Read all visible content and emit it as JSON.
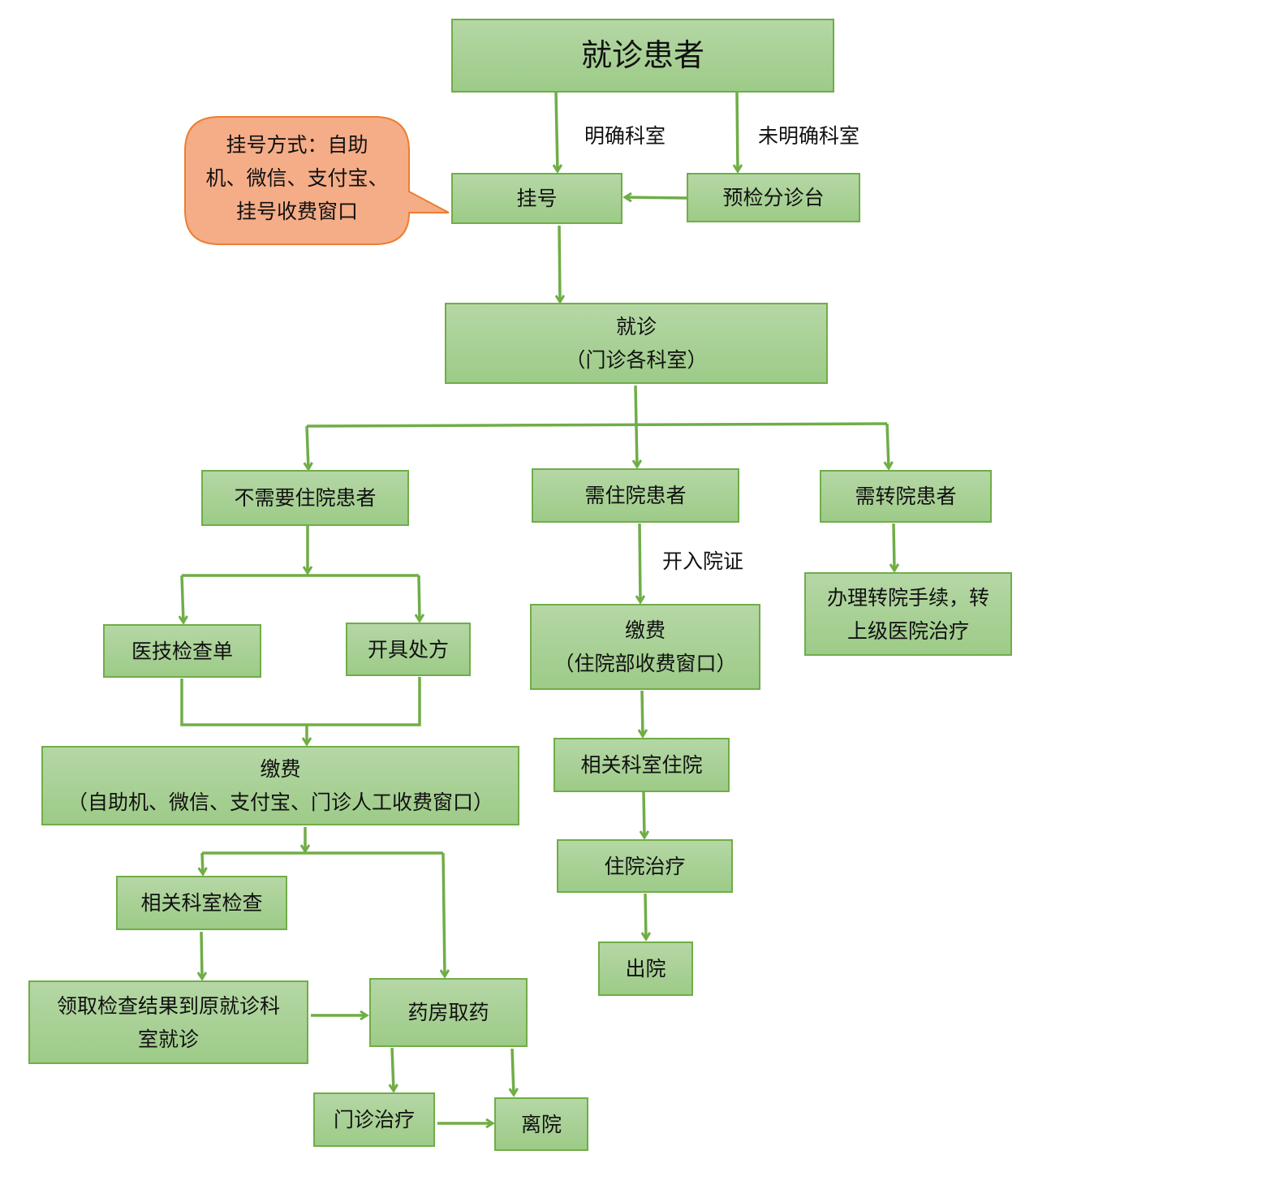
{
  "nodes": {
    "patient": "就诊患者",
    "register": "挂号",
    "triage": "预检分诊台",
    "visit": [
      "就诊",
      "（门诊各科室）"
    ],
    "no_hospitalization": "不需要住院患者",
    "need_hospitalization": "需住院患者",
    "need_transfer": "需转院患者",
    "exam_order": "医技检查单",
    "prescription": "开具处方",
    "inpatient_payment": [
      "缴费",
      "（住院部收费窗口）"
    ],
    "transfer_process": [
      "办理转院手续，转",
      "上级医院治疗"
    ],
    "outpatient_payment": [
      "缴费",
      "（自助机、微信、支付宝、门诊人工收费窗口）"
    ],
    "ward_admission": "相关科室住院",
    "inpatient_treatment": "住院治疗",
    "dept_exam": "相关科室检查",
    "discharge": "出院",
    "results_return": [
      "领取检查结果到原就诊科",
      "室就诊"
    ],
    "pharmacy": "药房取药",
    "outpatient_treatment": "门诊治疗",
    "leave": "离院"
  },
  "edge_labels": {
    "clear_dept": "明确科室",
    "unclear_dept": "未明确科室",
    "admission_cert": "开入院证"
  },
  "callout": [
    "挂号方式：自助",
    "机、微信、支付宝、",
    "挂号收费窗口"
  ],
  "colors": {
    "box_border": "#70ad47",
    "box_fill": "#a9d18e",
    "callout_fill": "#f4b183",
    "callout_border": "#ed7d31"
  }
}
